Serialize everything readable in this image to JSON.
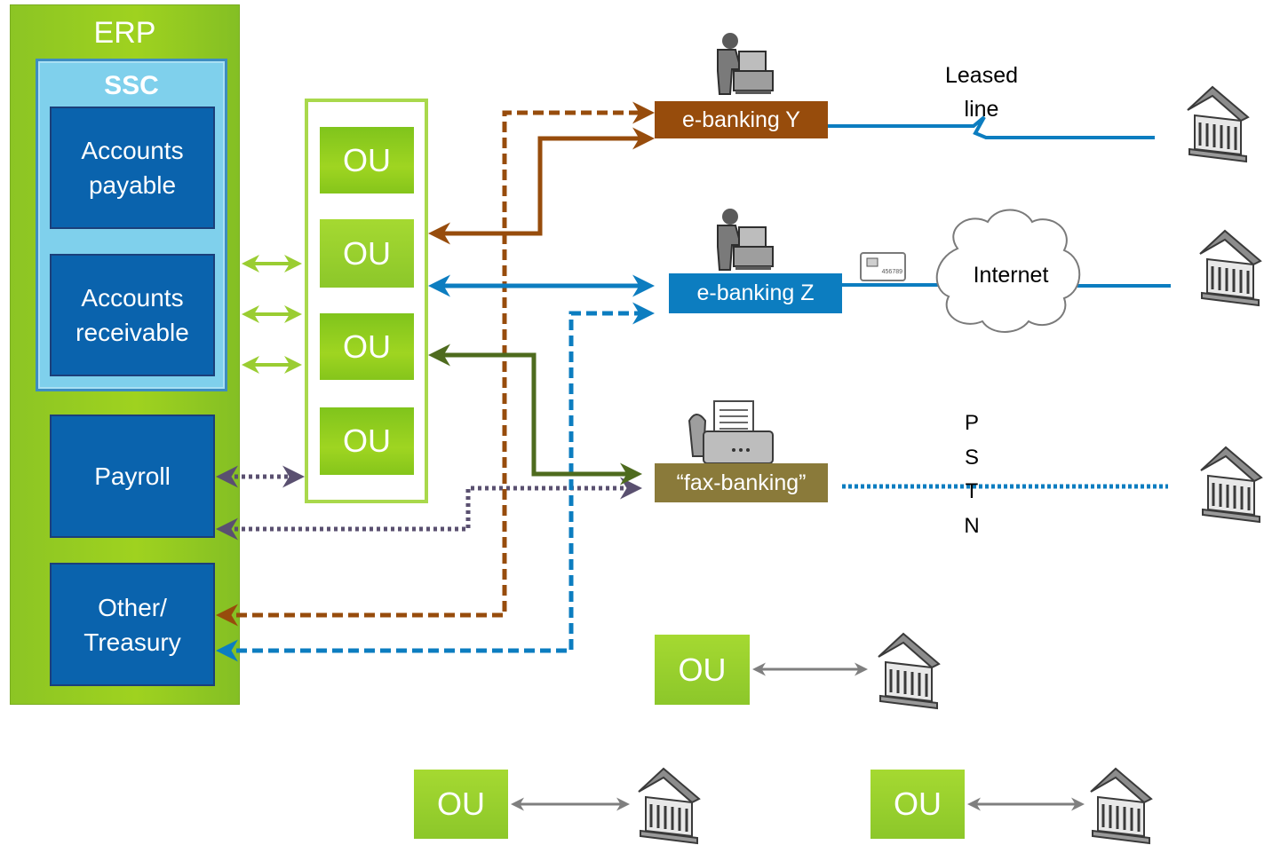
{
  "erp": {
    "title": "ERP",
    "ssc": {
      "title": "SSC",
      "modules": [
        {
          "line1": "Accounts",
          "line2": "payable"
        },
        {
          "line1": "Accounts",
          "line2": "receivable"
        }
      ]
    },
    "payroll": "Payroll",
    "other": {
      "line1": "Other/",
      "line2": "Treasury"
    }
  },
  "ou_column": [
    "OU",
    "OU",
    "OU",
    "OU"
  ],
  "channels": {
    "ebanking_y": "e-banking Y",
    "ebanking_z": "e-banking Z",
    "fax_banking": "“fax-banking”"
  },
  "networks": {
    "leased_line": {
      "line1": "Leased",
      "line2": "line"
    },
    "internet": "Internet",
    "pstn": [
      "P",
      "S",
      "T",
      "N"
    ],
    "card_number": "456789"
  },
  "direct_ous": [
    "OU",
    "OU",
    "OU"
  ],
  "colors": {
    "green": "#9acd32",
    "ssc_blue": "#7fd0ec",
    "module_blue": "#0a63ad",
    "brown": "#974c0c",
    "blue": "#0c7dc0",
    "olive": "#8a7a3a",
    "dark_green": "#4e6b1e",
    "purple": "#5a5070",
    "grey": "#7f7f7f"
  },
  "icons": [
    "operator-icon",
    "fax-machine-icon",
    "bank-icon",
    "cloud-icon",
    "card-icon"
  ]
}
